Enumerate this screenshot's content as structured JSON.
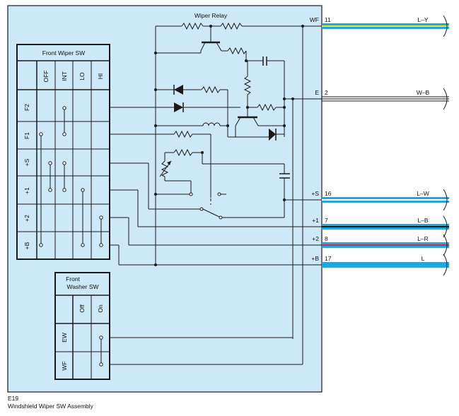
{
  "relay": {
    "title": "Wiper Relay"
  },
  "front_wiper_sw": {
    "title": "Front Wiper SW",
    "columns": [
      "OFF",
      "INT",
      "LO",
      "HI"
    ],
    "rows": [
      "F2",
      "F1",
      "+S",
      "+1",
      "+2",
      "+B"
    ]
  },
  "front_washer_sw": {
    "title_line1": "Front",
    "title_line2": "Washer SW",
    "columns": [
      "Off",
      "On"
    ],
    "rows": [
      "EW",
      "WF"
    ]
  },
  "terminals": [
    {
      "name": "WF",
      "pin": "11",
      "wire": "L–Y",
      "color": "#1fa7e1",
      "stripe": "#f2e61a"
    },
    {
      "name": "E",
      "pin": "2",
      "wire": "W–B",
      "color": "#ffffff",
      "stripe": "#1a1a1a"
    },
    {
      "name": "+S",
      "pin": "16",
      "wire": "L–W",
      "color": "#1fa7e1",
      "stripe": "#ffffff"
    },
    {
      "name": "+1",
      "pin": "7",
      "wire": "L–B",
      "color": "#1fa7e1",
      "stripe": "#1a1a1a"
    },
    {
      "name": "+2",
      "pin": "8",
      "wire": "L–R",
      "color": "#1fa7e1",
      "stripe": "#d8264a"
    },
    {
      "name": "+B",
      "pin": "17",
      "wire": "L",
      "color": "#1fa7e1",
      "stripe": ""
    }
  ],
  "caption": {
    "code": "E19",
    "title": "Windshield Wiper SW Assembly"
  },
  "colors": {
    "panel": "#cde8f7",
    "line": "#1a1a1a",
    "wire_blue": "#1fa7e1"
  }
}
